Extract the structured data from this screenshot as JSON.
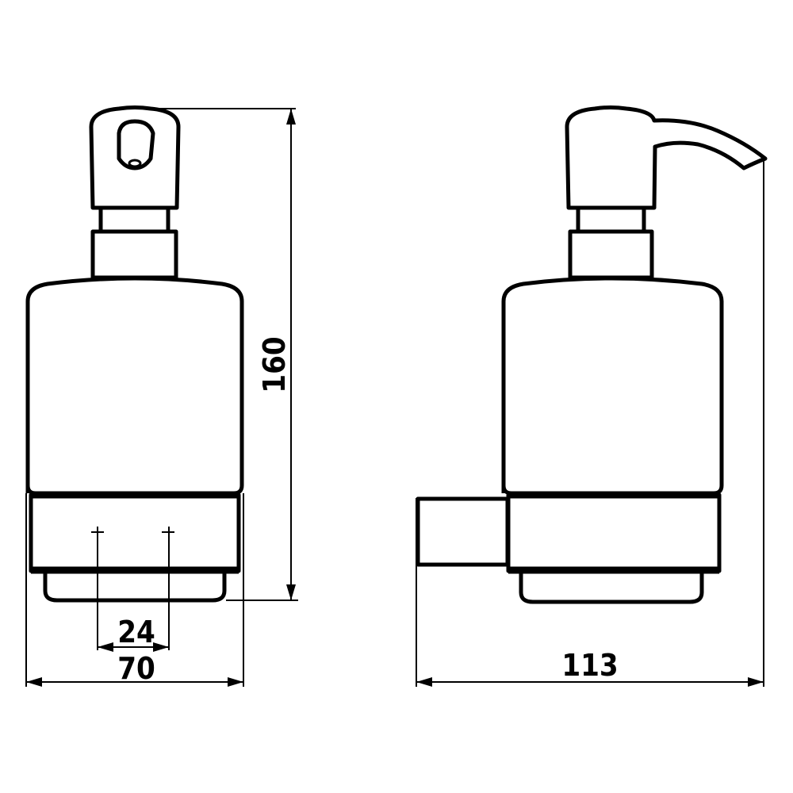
{
  "drawing": {
    "views": [
      "front-view",
      "side-view"
    ],
    "dimensions": {
      "height": "160",
      "mount_spacing": "24",
      "width": "70",
      "depth": "113"
    },
    "line_color": "#000000",
    "background_color": "#ffffff"
  }
}
